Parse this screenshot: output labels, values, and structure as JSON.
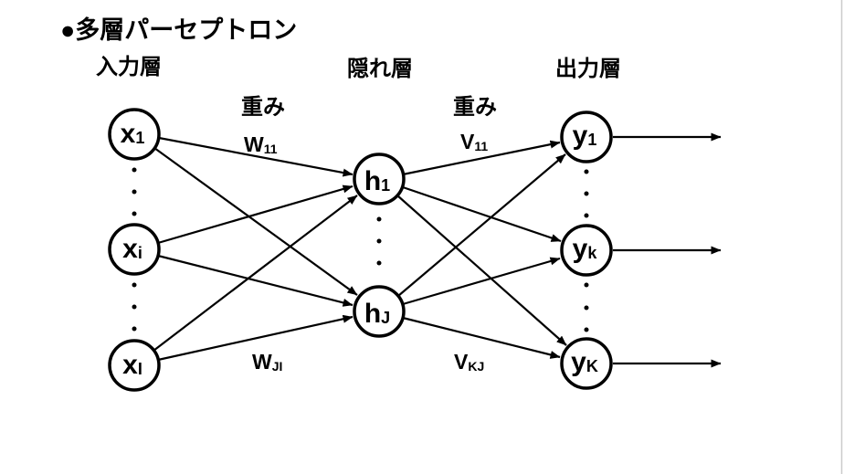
{
  "title": "●多層パーセプトロン",
  "layers": {
    "input": {
      "label": "入力層",
      "nodes": [
        {
          "base": "x",
          "sub": "1"
        },
        {
          "base": "x",
          "sub": "i"
        },
        {
          "base": "x",
          "sub": "I"
        }
      ]
    },
    "hidden": {
      "label": "隠れ層",
      "nodes": [
        {
          "base": "h",
          "sub": "1"
        },
        {
          "base": "h",
          "sub": "J"
        }
      ]
    },
    "output": {
      "label": "出力層",
      "nodes": [
        {
          "base": "y",
          "sub": "1"
        },
        {
          "base": "y",
          "sub": "k"
        },
        {
          "base": "y",
          "sub": "K"
        }
      ]
    }
  },
  "weights": {
    "input_hidden": {
      "title": "重み",
      "first": {
        "base": "W",
        "sub": "11"
      },
      "last": {
        "base": "W",
        "sub": "JI"
      }
    },
    "hidden_output": {
      "title": "重み",
      "first": {
        "base": "V",
        "sub": "11"
      },
      "last": {
        "base": "V",
        "sub": "KJ"
      }
    }
  },
  "colors": {
    "ink": "#000000",
    "background": "#ffffff",
    "right_edge_line": "#cccccc"
  }
}
